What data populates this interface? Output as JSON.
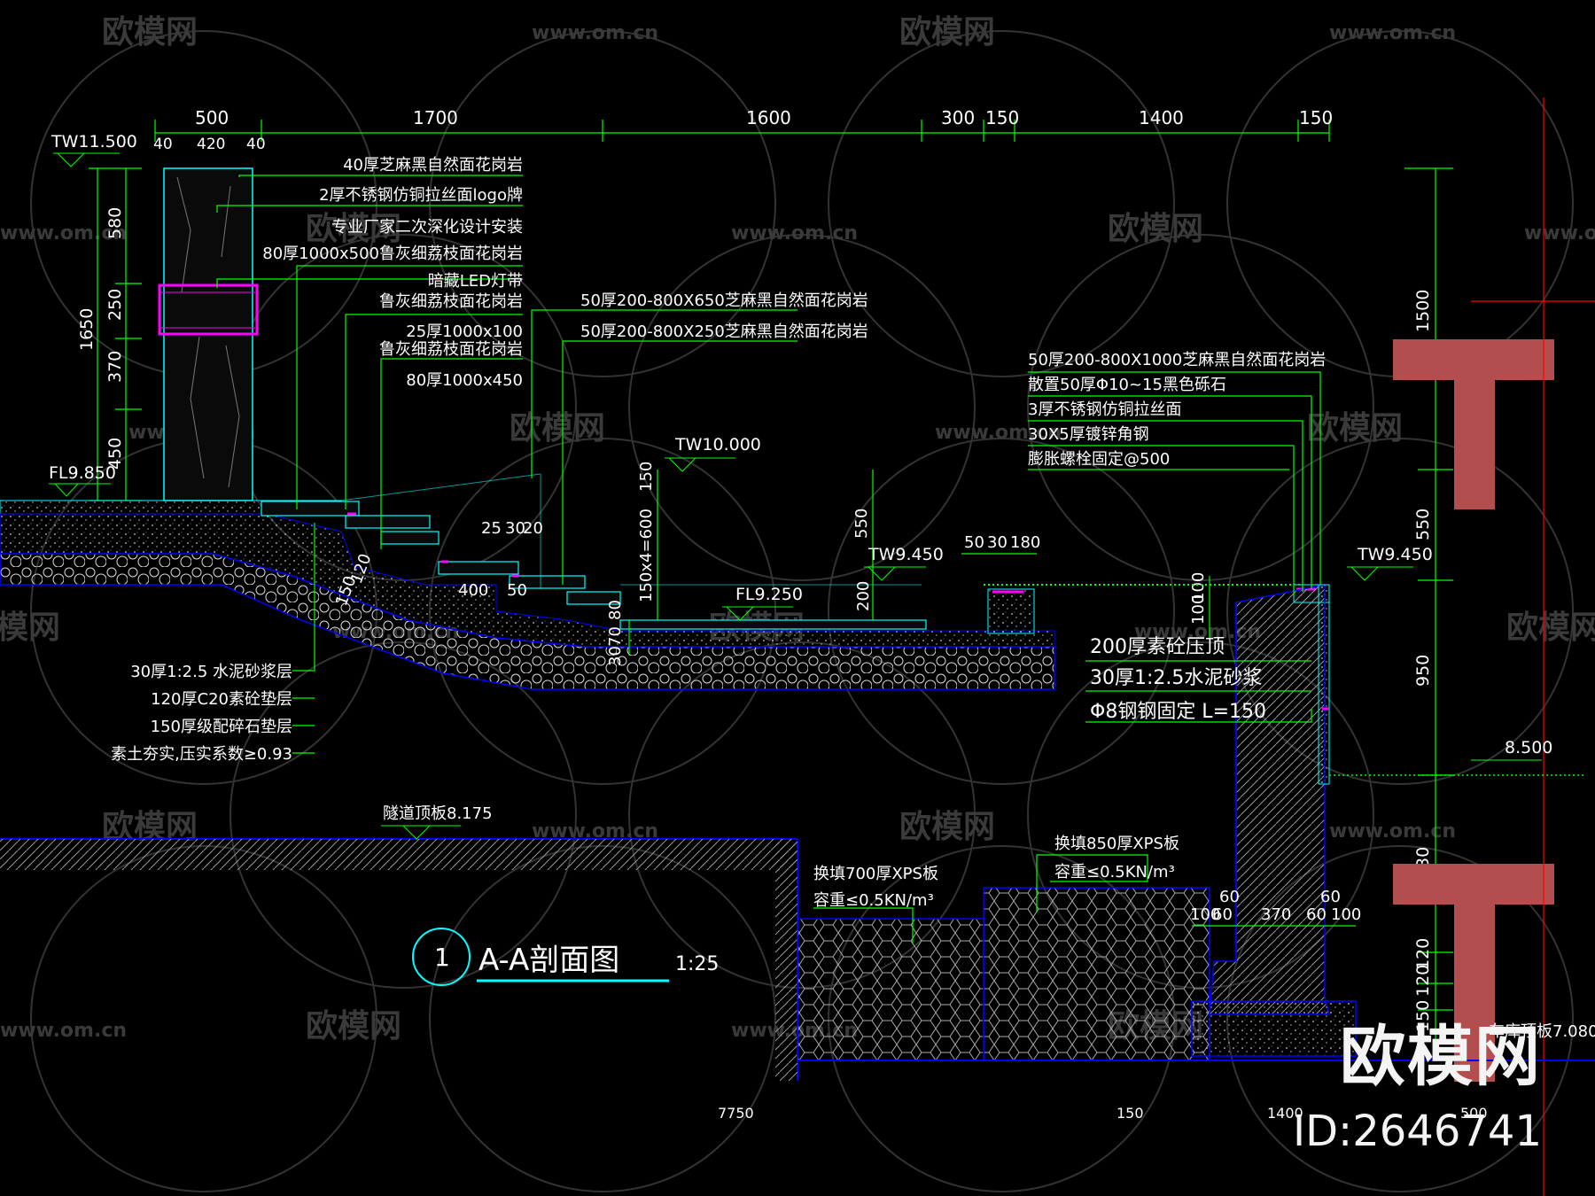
{
  "drawing": {
    "title_number": "1",
    "title": "A-A剖面图",
    "scale": "1:25"
  },
  "top_dimensions": [
    "500",
    "1700",
    "1600",
    "300",
    "150",
    "1400",
    "150"
  ],
  "top_sub_dimensions": [
    "40",
    "420",
    "40"
  ],
  "elevations": {
    "tw_11500": "TW11.500",
    "fl_9850": "FL9.850",
    "tw_10000": "TW10.000",
    "tw_9450_a": "TW9.450",
    "tw_9450_b": "TW9.450",
    "fl_9250": "FL9.250",
    "el_8500": "8.500",
    "tunnel_roof": "隧道顶板8.175",
    "garage_roof": "车库顶板7.080"
  },
  "left_dims": [
    "580",
    "250",
    "370",
    "450",
    "1650"
  ],
  "right_dims": [
    "1500",
    "550",
    "950",
    "30",
    "120",
    "120",
    "150"
  ],
  "labels_upper": [
    "40厚芝麻黑自然面花岗岩",
    "2厚不锈钢仿铜拉丝面logo牌",
    "专业厂家二次深化设计安装",
    "80厚1000x500鲁灰细荔枝面花岗岩",
    "暗藏LED灯带",
    "鲁灰细荔枝面花岗岩",
    "25厚1000x100",
    "鲁灰细荔枝面花岗岩",
    "80厚1000x450"
  ],
  "labels_mid": [
    "50厚200-800X650芝麻黑自然面花岗岩",
    "50厚200-800X250芝麻黑自然面花岗岩"
  ],
  "labels_right": [
    "50厚200-800X1000芝麻黑自然面花岗岩",
    "散置50厚Φ10~15黑色砾石",
    "3厚不锈钢仿铜拉丝面",
    "30X5厚镀锌角钢",
    "膨胀螺栓固定@500"
  ],
  "labels_wall": [
    "200厚素砼压顶",
    "30厚1:2.5水泥砂浆",
    "Φ8钢钢固定 L=150"
  ],
  "labels_left_layers": [
    "30厚1:2.5 水泥砂浆层",
    "120厚C20素砼垫层",
    "150厚级配碎石垫层",
    "素土夯实,压实系数≥0.93"
  ],
  "labels_fill": [
    "换填700厚XPS板",
    "容重≤0.5KN/m³",
    "换填850厚XPS板",
    "容重≤0.5KN/m³"
  ],
  "step_dims": [
    "25",
    "30",
    "20",
    "400",
    "50",
    "120",
    "150",
    "150",
    "150x4=600",
    "550",
    "200",
    "80",
    "70",
    "30",
    "50",
    "30",
    "180",
    "100",
    "100"
  ],
  "bottom_dims": [
    "100",
    "60",
    "60",
    "370",
    "60",
    "60",
    "100",
    "7750",
    "150",
    "1400",
    "500"
  ],
  "watermark": {
    "brand": "欧模网",
    "url": "www.om.cn",
    "big_brand": "欧模网",
    "id": "ID:2646741"
  },
  "colors": {
    "dim_line": "#00ff00",
    "text": "#ffffff",
    "outline": "#00ffff",
    "structure": "#0000ff",
    "magenta": "#ff00ff",
    "column": "#b24e4e",
    "red_line": "#ff0000"
  }
}
